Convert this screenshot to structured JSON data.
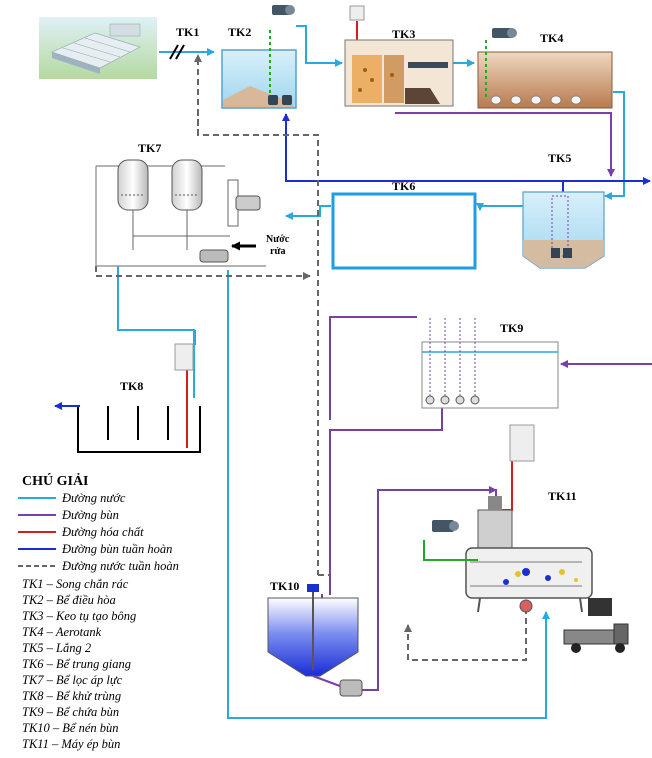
{
  "labels": {
    "tk1": "TK1",
    "tk2": "TK2",
    "tk3": "TK3",
    "tk4": "TK4",
    "tk5": "TK5",
    "tk6": "TK6",
    "tk7": "TK7",
    "tk8": "TK8",
    "tk9": "TK9",
    "tk10": "TK10",
    "tk11": "TK11",
    "backwash_line1": "Nước",
    "backwash_line2": "rửa"
  },
  "colors": {
    "water": "#29a9e0",
    "sludge": "#7b3fa8",
    "chemical": "#d41f1f",
    "sludge_recycle": "#1a2fd0",
    "water_recycle": "#666666"
  },
  "legend": {
    "title": "CHÚ GIẢI",
    "items": [
      {
        "label": "Đường nước",
        "style": "water"
      },
      {
        "label": "Đường bùn",
        "style": "sludge"
      },
      {
        "label": "Đường hóa chất",
        "style": "chemical"
      },
      {
        "label": "Đường bùn tuần hoàn",
        "style": "sludge_recycle"
      },
      {
        "label": "Đường nước tuần hoàn",
        "style": "water_recycle"
      }
    ],
    "codes": [
      "TK1 – Song chắn rác",
      "TK2 – Bể điều hòa",
      "TK3 – Keo tụ tạo bông",
      "TK4 – Aerotank",
      "TK5 – Lắng 2",
      "TK6 – Bể trung giang",
      "TK7 – Bể lọc áp lực",
      "TK8 – Bể khử trùng",
      "TK9 – Bể chứa bùn",
      "TK10 – Bể nén bùn",
      "TK11 – Máy ép bùn"
    ]
  }
}
